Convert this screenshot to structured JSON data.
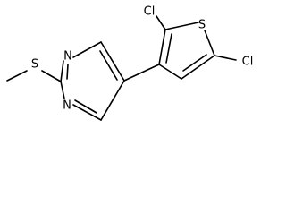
{
  "molecule": {
    "atoms": {
      "s_thioether": "S",
      "n_pyrimidine_upper": "N",
      "n_pyrimidine_lower": "N",
      "cl_thiophene_2": "Cl",
      "cl_thiophene_5": "Cl",
      "s_thiophene": "S"
    }
  }
}
